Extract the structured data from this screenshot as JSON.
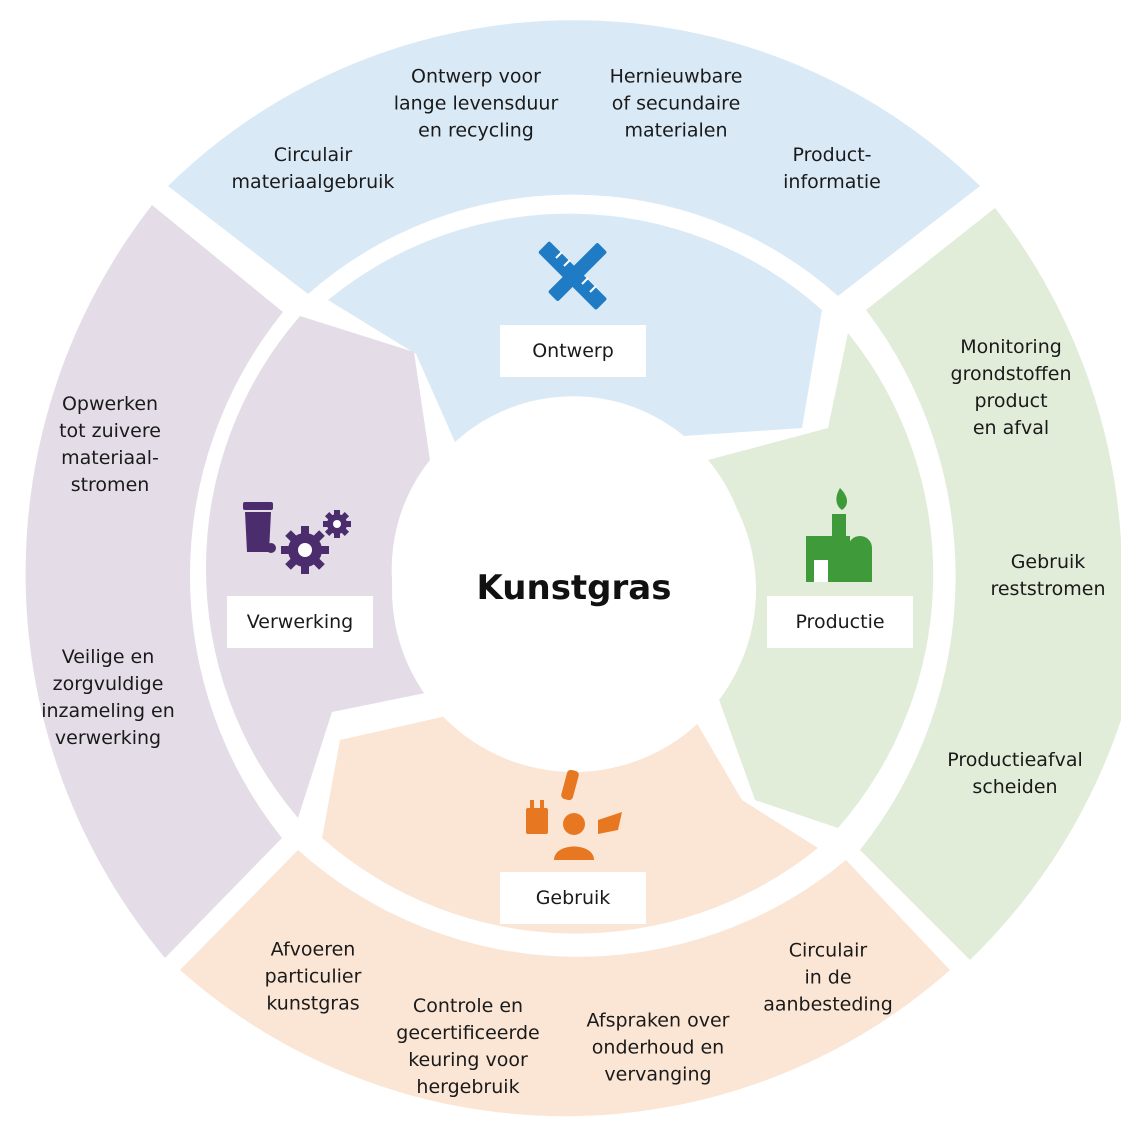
{
  "center": {
    "title": "Kunstgras"
  },
  "colors": {
    "design": "#d9e9f6",
    "production": "#e1ecd9",
    "use": "#fbe6d6",
    "processing": "#e4dde8",
    "icon_design": "#1f7bc4",
    "icon_production": "#3f9a3a",
    "icon_use": "#e87722",
    "icon_processing": "#4b2d6e"
  },
  "phases": {
    "design": {
      "label": "Ontwerp",
      "icon": "ruler-pencil-icon"
    },
    "production": {
      "label": "Productie",
      "icon": "factory-icon"
    },
    "use": {
      "label": "Gebruik",
      "icon": "person-objects-icon"
    },
    "processing": {
      "label": "Verwerking",
      "icon": "bin-gears-icon"
    }
  },
  "outer": {
    "design": [
      "Circulair\nmateriaalgebruik",
      "Ontwerp voor\nlange levensduur\nen recycling",
      "Hernieuwbare\nof secundaire\nmaterialen",
      "Product-\ninformatie"
    ],
    "production": [
      "Monitoring\ngrondstoffen\nproduct\nen afval",
      "Gebruik\nreststromen",
      "Productieafval\nscheiden"
    ],
    "use": [
      "Afvoeren\nparticulier\nkunstgras",
      "Controle en\ngecertificeerde\nkeuring voor\nhergebruik",
      "Afspraken over\nonderhoud en\nvervanging",
      "Circulair\nin de\naanbesteding"
    ],
    "processing": [
      "Opwerken\ntot zuivere\nmateriaal-\nstromen",
      "Veilige en\nzorgvuldige\ninzameling en\nverwerking"
    ]
  }
}
